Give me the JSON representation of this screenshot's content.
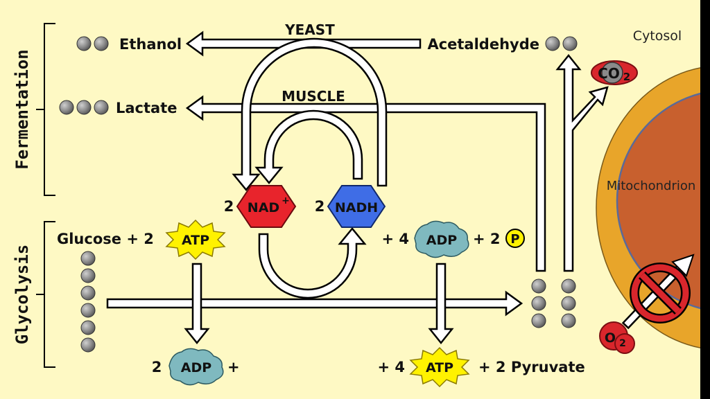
{
  "labels": {
    "cytosol": "Cytosol",
    "mitochondrion": "Mitochondrion",
    "fermentation": "Fermentation",
    "glycolysis": "Glycolysis",
    "yeast": "YEAST",
    "muscle": "MUSCLE",
    "ethanol": "Ethanol",
    "acetaldehyde": "Acetaldehyde",
    "lactate": "Lactate",
    "co2_main": "CO",
    "co2_sub": "2",
    "nad_coef": "2",
    "nad": "NAD",
    "nad_sup": "+",
    "nadh_coef": "2",
    "nadh": "NADH",
    "glucose_plus_2": "Glucose + 2",
    "atp_in": "ATP",
    "adp_in_plus4": "+ 4",
    "adp_in": "ADP",
    "plus2_p": "+ 2",
    "p": "P",
    "adp_out_coef": "2",
    "adp_out": "ADP",
    "adp_out_plus": "+",
    "atp_out_plus4": "+ 4",
    "atp_out": "ATP",
    "pyruvate": "+ 2 Pyruvate",
    "o2_main": "O",
    "o2_sub": "2"
  },
  "colors": {
    "background": "#FEF9C4",
    "molecule_ball": "#8A8A8A",
    "nad_fill": "#E8242C",
    "nadh_fill": "#3F6DE6",
    "atp_fill": "#FFF200",
    "adp_fill": "#7FB9BF",
    "mito_outer": "#E8A52A",
    "mito_inner": "#C8602E",
    "co2_fill": "#D9262C",
    "prohibit": "#D9262C"
  }
}
